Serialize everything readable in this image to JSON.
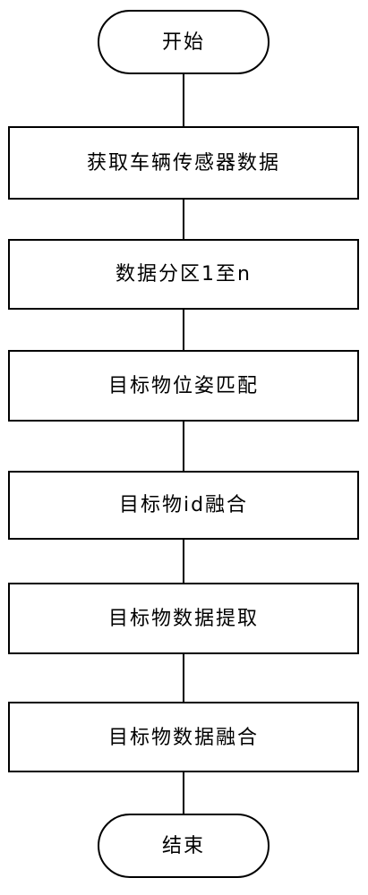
{
  "flowchart": {
    "nodes": [
      {
        "id": "start",
        "shape": "terminal",
        "label": "开始"
      },
      {
        "id": "step1",
        "shape": "process",
        "label": "获取车辆传感器数据"
      },
      {
        "id": "step2",
        "shape": "process",
        "label": "数据分区1至n"
      },
      {
        "id": "step3",
        "shape": "process",
        "label": "目标物位姿匹配"
      },
      {
        "id": "step4",
        "shape": "process",
        "label": "目标物id融合"
      },
      {
        "id": "step5",
        "shape": "process",
        "label": "目标物数据提取"
      },
      {
        "id": "step6",
        "shape": "process",
        "label": "目标物数据融合"
      },
      {
        "id": "end",
        "shape": "terminal",
        "label": "结束"
      }
    ],
    "colors": {
      "stroke": "#000000",
      "fill": "#ffffff",
      "text": "#000000"
    }
  }
}
